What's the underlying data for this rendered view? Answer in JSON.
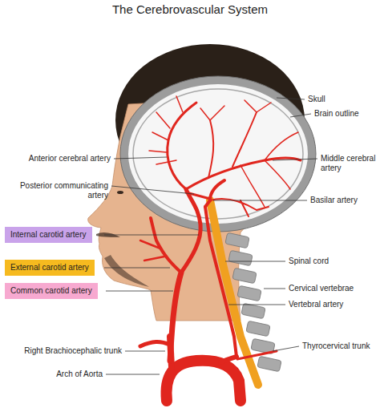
{
  "diagram": {
    "title": "The Cerebrovascular System",
    "nodes": [
      {
        "text": [
          "Internal carotid artery"
        ]
      },
      {
        "text": [
          "External carotid artery"
        ]
      },
      {
        "text": [
          "Common carotid artery"
        ]
      }
    ],
    "labels": [
      "Skull",
      "Brain outline",
      "Anterior cerebral artery",
      "Middle cerebral artery",
      "Posterior communicating artery",
      "Basilar artery",
      "Spinal cord",
      "Cervical vertebrae",
      "Vertebral artery",
      "Right Brachiocephalic trunk",
      "Thyrocervical trunk",
      "Arch of Aorta"
    ]
  }
}
